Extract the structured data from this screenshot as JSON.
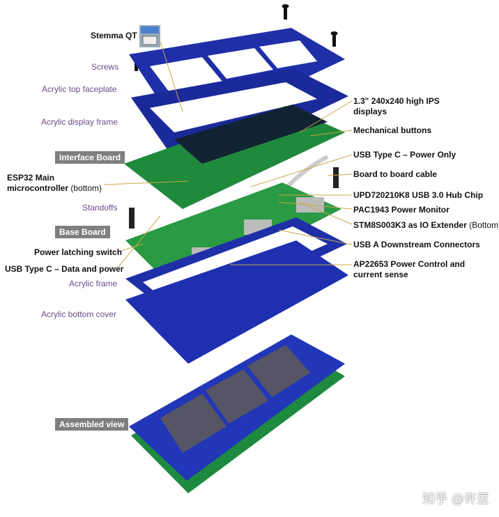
{
  "left_labels": {
    "stemma_qt": "Stemma QT",
    "screws": "Screws",
    "top_faceplate": "Acrylic top faceplate",
    "display_frame": "Acrylic display frame",
    "interface_board": "Interface Board",
    "esp32_line1": "ESP32 Main",
    "esp32_line2": "microcontroller",
    "esp32_note": "(bottom)",
    "standoffs": "Standoffs",
    "base_board": "Base Board",
    "power_switch": "Power latching switch",
    "usb_c_data": "USB Type C – Data and power",
    "acrylic_frame": "Acrylic frame",
    "bottom_cover": "Acrylic bottom cover",
    "assembled_view": "Assembled view"
  },
  "right_labels": {
    "displays_line1": "1.3\" 240x240 high IPS",
    "displays_line2": "displays",
    "buttons": "Mechanical buttons",
    "usb_c_power": "USB Type C – Power Only",
    "cable": "Board to board cable",
    "hub_chip": "UPD720210K8 USB 3.0 Hub Chip",
    "power_monitor": "PAC1943 Power Monitor",
    "io_extender": "STM8S003K3 as IO Extender",
    "io_extender_note": "(Bottom)",
    "usb_a": "USB A Downstream Connectors",
    "power_control_line1": "AP22653 Power Control and",
    "power_control_line2": "current sense"
  },
  "watermark": "知乎 @许豆",
  "colors": {
    "acrylic": "#1f2fa8",
    "pcb": "#1f8a3c",
    "leader": "#c8a84a",
    "tag": "#7f7f7f",
    "purple_label": "#6b4c8a"
  }
}
